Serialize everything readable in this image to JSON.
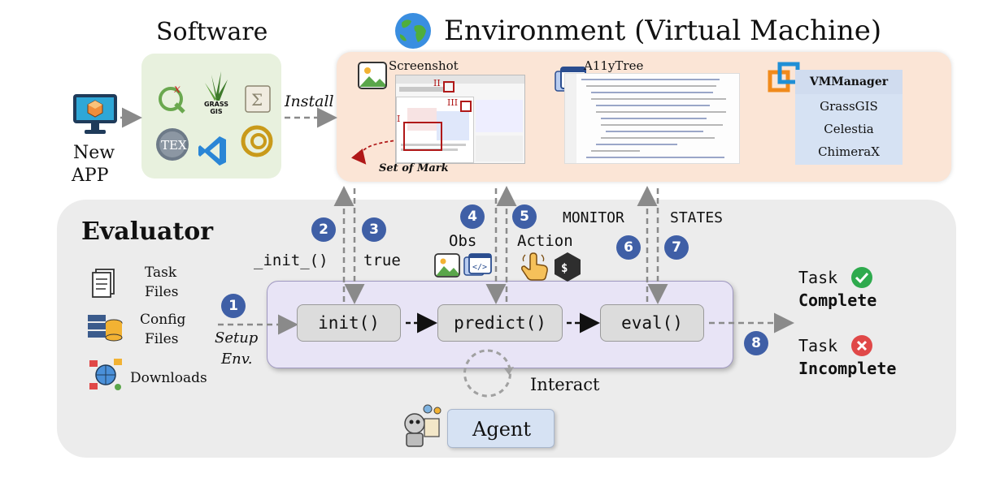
{
  "software": {
    "title": "Software",
    "install_label": "Install",
    "new_app_line1": "New",
    "new_app_line2": "APP",
    "grass_label": "GRASS GIS"
  },
  "environment": {
    "title": "Environment (Virtual Machine)",
    "screenshot_label": "Screenshot",
    "set_of_mark_label": "Set of Mark",
    "mark_labels": [
      "I",
      "II",
      "III"
    ],
    "a11ytree_label": "A11yTree",
    "vm_manager": {
      "header": "VMManager",
      "items": [
        "GrassGIS",
        "Celestia",
        "ChimeraX"
      ]
    }
  },
  "evaluator": {
    "title": "Evaluator",
    "inputs": {
      "task_files": [
        "Task",
        "Files"
      ],
      "config_files": [
        "Config",
        "Files"
      ],
      "downloads": "Downloads"
    },
    "setup_env": [
      "Setup",
      "Env."
    ],
    "functions": {
      "init": "init()",
      "predict": "predict()",
      "eval": "eval()"
    },
    "interact_label": "Interact",
    "agent_label": "Agent"
  },
  "flow": {
    "step1": "1",
    "step2": "2",
    "step3": "3",
    "step4": "4",
    "step5": "5",
    "step6": "6",
    "step7": "7",
    "step8": "8",
    "init_call": "_init_()",
    "init_return": "true",
    "obs_label": "Obs",
    "action_label": "Action",
    "monitor_label": "MONITOR",
    "states_label": "STATES"
  },
  "results": {
    "task_word": "Task",
    "complete": "Complete",
    "incomplete": "Incomplete"
  },
  "colors": {
    "software_bg": "#e8f1de",
    "environment_bg": "#fbe5d6",
    "evaluator_bg": "#ececec",
    "process_bg": "#e8e4f6",
    "number_badge": "#3f5fa6",
    "vm_item_bg": "#d6e2f3",
    "complete_green": "#2eaa4d",
    "incomplete_red": "#e04848"
  }
}
